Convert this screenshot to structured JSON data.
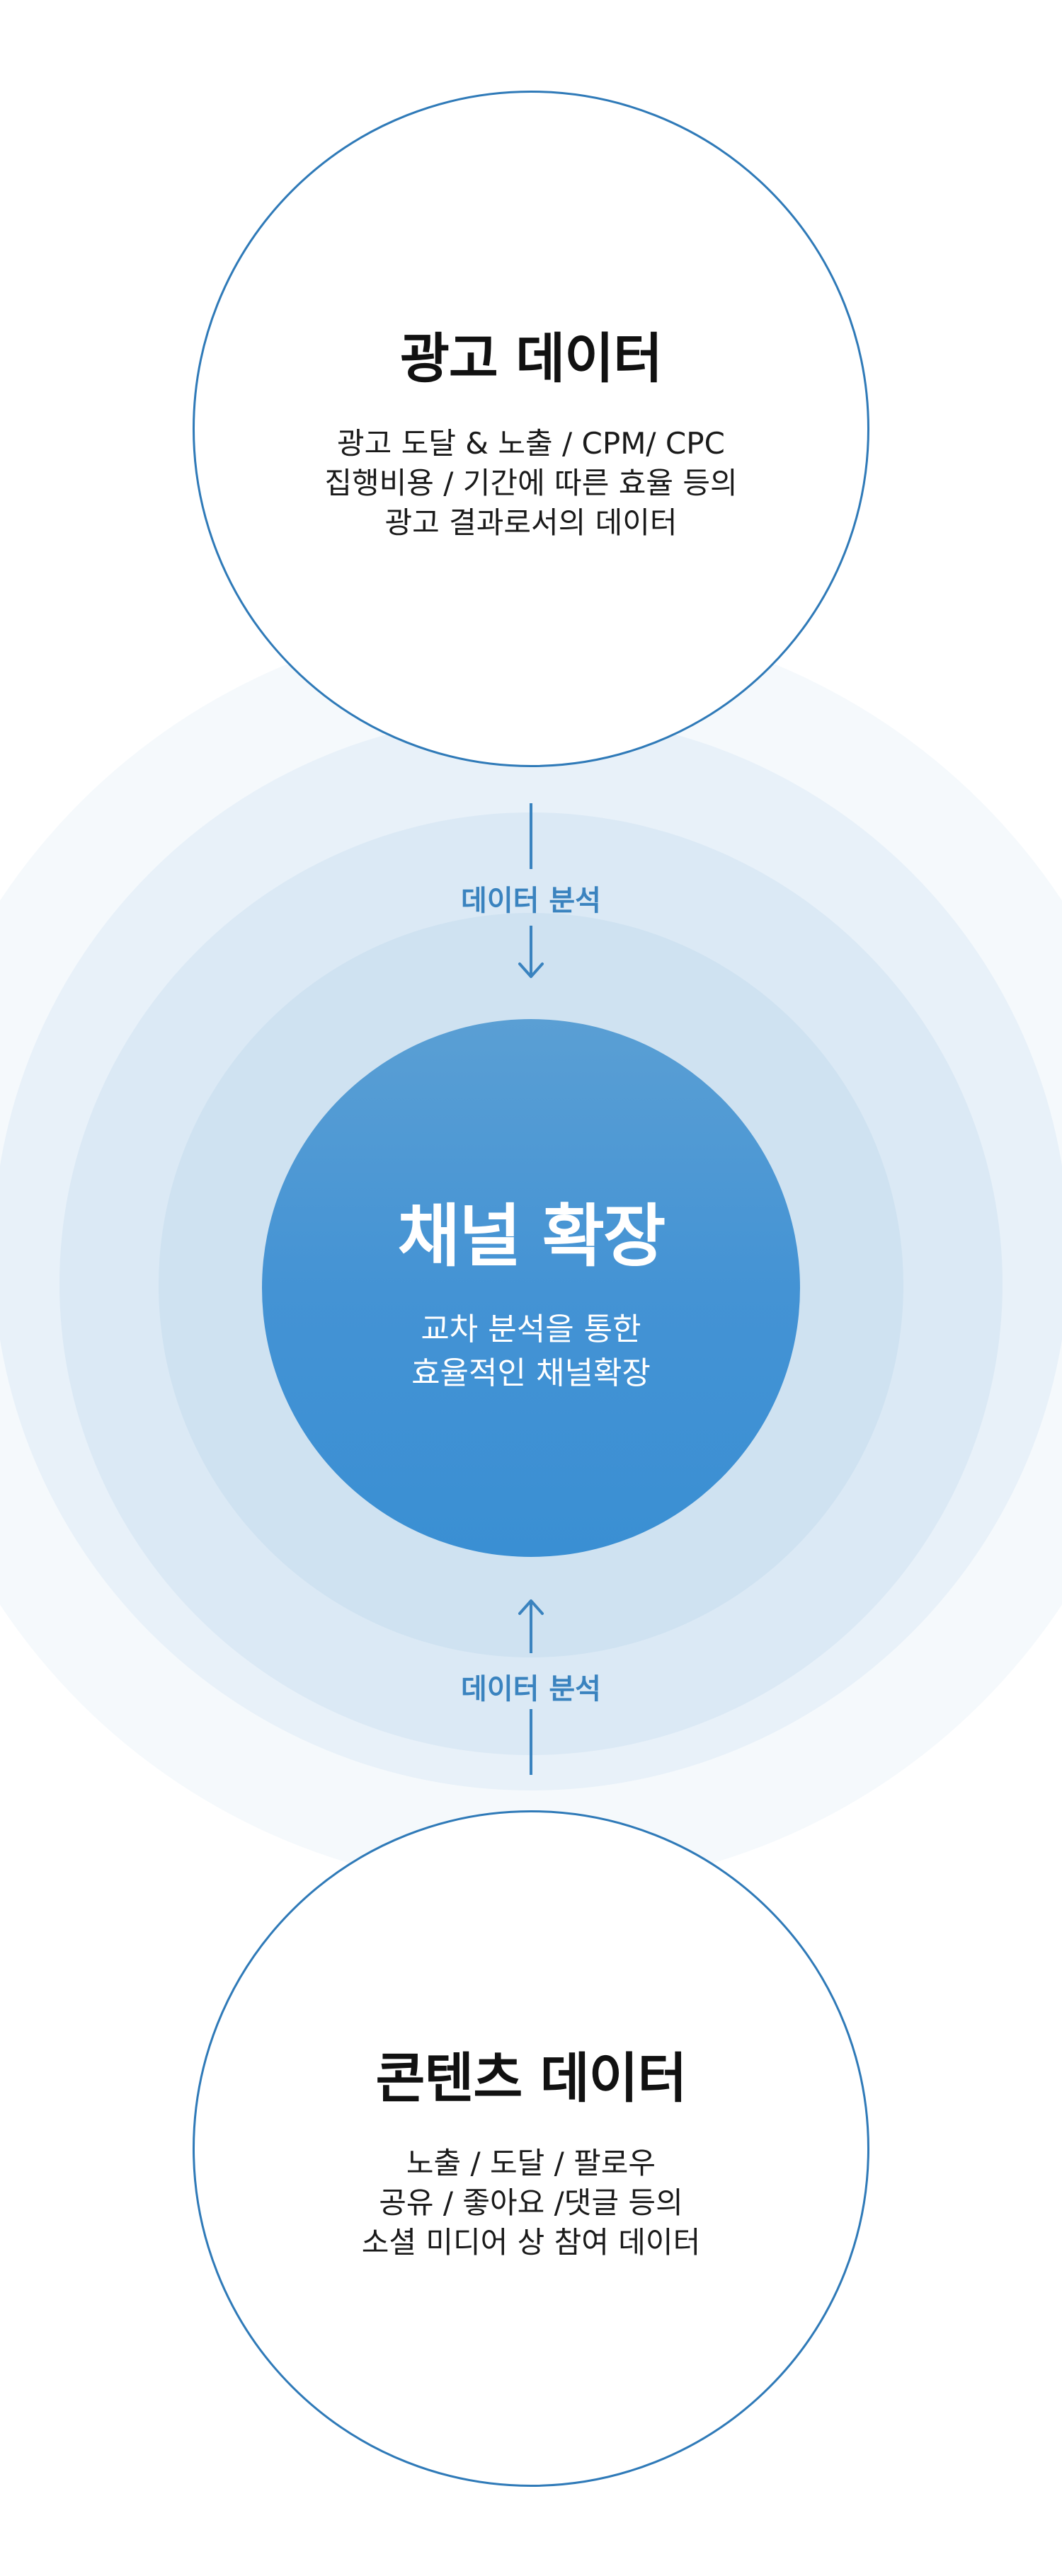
{
  "colors": {
    "accent": "#2f7ab8",
    "label": "#3a83bf",
    "center_fill": "#4493d4"
  },
  "top_node": {
    "title": "광고 데이터",
    "lines": [
      "광고 도달 & 노출 / CPM/ CPC",
      "집행비용 / 기간에 따른 효율 등의",
      "광고 결과로서의 데이터"
    ]
  },
  "center_node": {
    "title": "채널 확장",
    "lines": [
      "교차 분석을 통한",
      "효율적인 채널확장"
    ]
  },
  "bottom_node": {
    "title": "콘텐츠 데이터",
    "lines": [
      "노출 / 도달 / 팔로우",
      "공유 / 좋아요 /댓글 등의",
      "소셜 미디어 상 참여 데이터"
    ]
  },
  "connectors": {
    "top_label": "데이터 분석",
    "bottom_label": "데이터 분석",
    "top_arrow": "down-arrow-icon",
    "bottom_arrow": "up-arrow-icon"
  }
}
